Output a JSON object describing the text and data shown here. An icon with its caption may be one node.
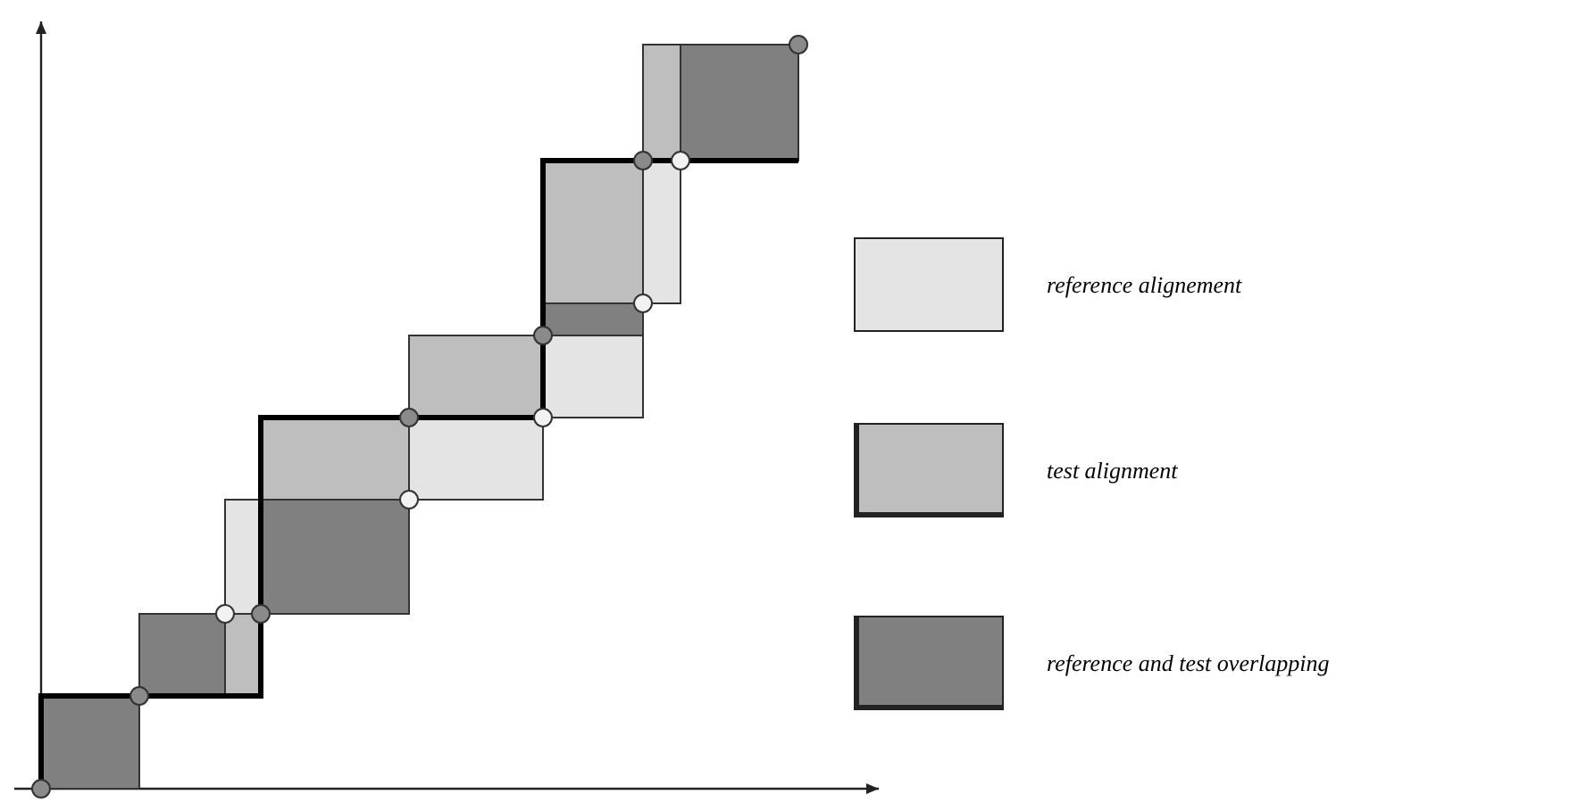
{
  "diagram": {
    "legend": [
      {
        "text": "reference alignement",
        "color": "#e4e4e4"
      },
      {
        "text": "test alignment",
        "color": "#bebebe"
      },
      {
        "text": "reference and test overlapping",
        "color": "#808080"
      }
    ]
  }
}
